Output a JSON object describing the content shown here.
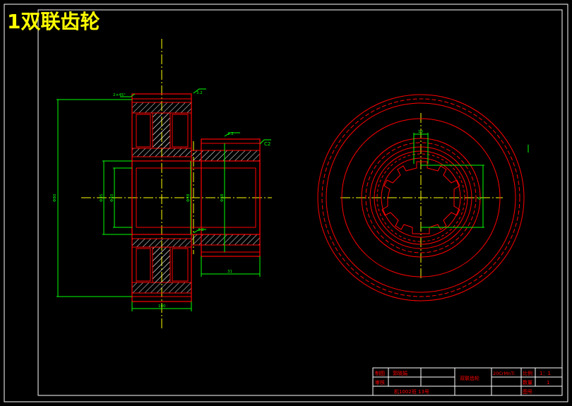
{
  "header": {
    "title": "1双联齿轮"
  },
  "dimensions": {
    "top_chamfer": "2×45°",
    "roughness_top": "3.2",
    "roughness_mid": "3.2",
    "roughness_low": "3.2",
    "chamfer_right": "C2",
    "dia_big": "Φ80",
    "dia_bore1": "Φ35",
    "dia_bore2": "Φ40",
    "dia_hub": "Φ48",
    "dia_small": "Φ58",
    "len_hub": "31",
    "len_total": "100",
    "keyway_width": "10",
    "spline_dia": "Φ"
  },
  "title_block": {
    "drawn_label": "制图",
    "drawn_name": "郭晓娟",
    "checked_label": "审核",
    "part_name": "双联齿轮",
    "material": "20CrMnTi",
    "scale_label": "比例",
    "scale_value": "1：1",
    "qty_label": "数量",
    "qty_value": "1",
    "org": "机1002班  13号",
    "drawing_no_label": "图号"
  },
  "colors": {
    "frame": "#ffffff",
    "outline": "#ff0000",
    "hatch": "#ffffff",
    "dimension": "#00ff00",
    "center": "#ffff00",
    "title": "#ffff00"
  }
}
